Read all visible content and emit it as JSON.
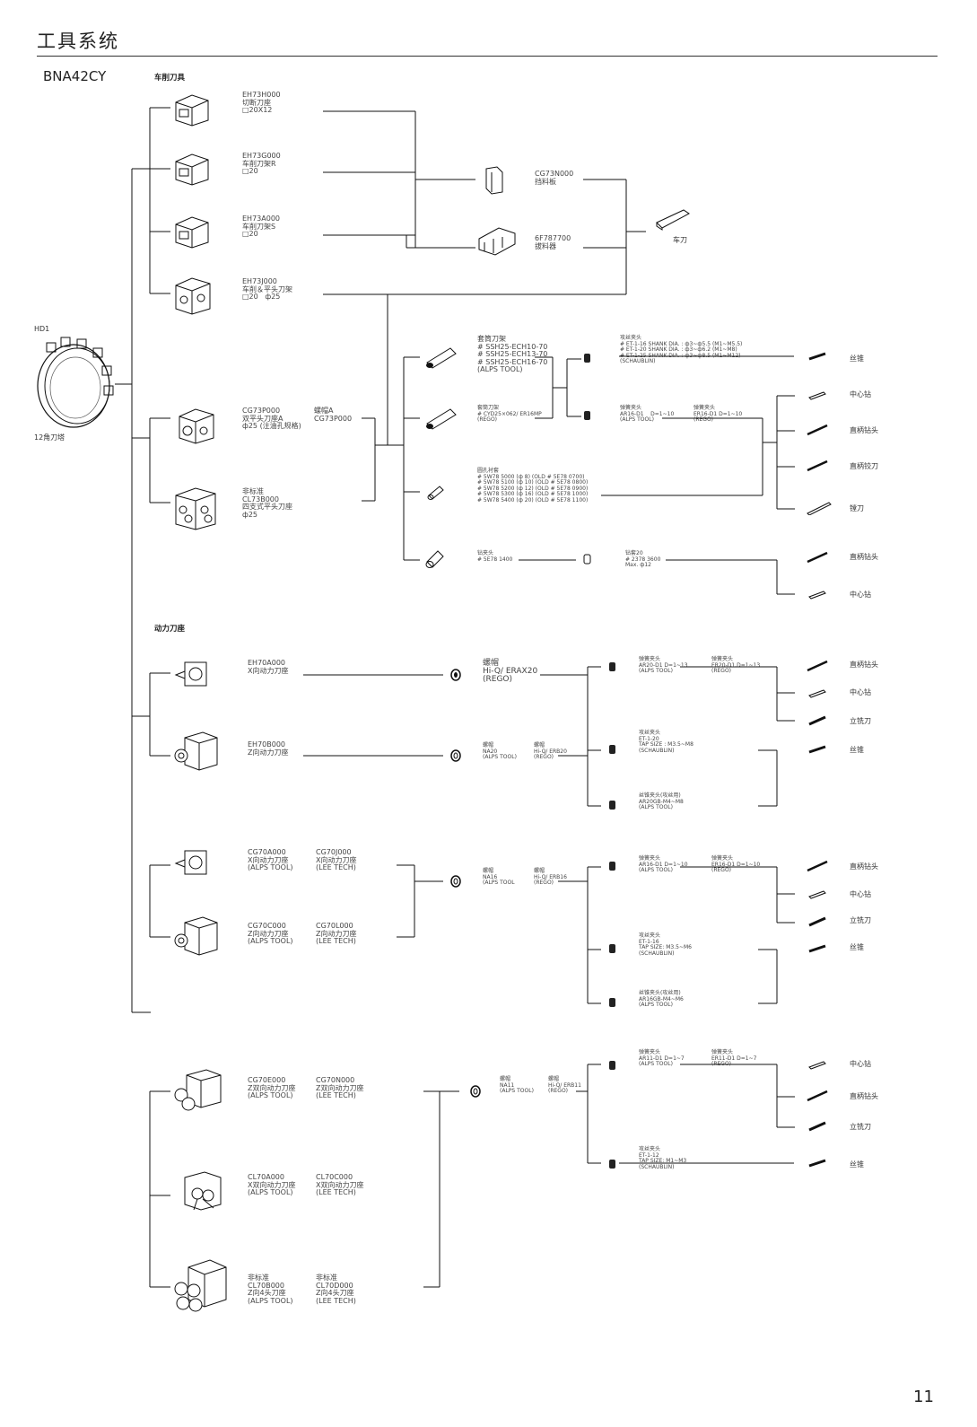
{
  "page": {
    "title": "工具系统",
    "model": "BNA42CY",
    "page_number": "11"
  },
  "sections": {
    "turning": "车削刀具",
    "live": "动力刀座"
  },
  "turret": {
    "code": "HD1",
    "name": "12角刀塔"
  },
  "holders": {
    "eh73h": "EH73H000\n切断刀座\n□20X12",
    "eh73g": "EH73G000\n车削刀架R\n□20",
    "eh73a": "EH73A000\n车削刀架S\n□20",
    "eh73j": "EH73J000\n车削＆平头刀架\n□20   ф25",
    "cg73p": "CG73P000\n双平头刀座A\nф25 (注油孔规格)",
    "capA": "螺帽A\nCG73P000",
    "cl73b": "非标准\nCL73B000\n四支式平头刀座\nф25",
    "cg73n": "CG73N000\n挡料板",
    "puller": "6F787700\n拔料器",
    "turning_tool": "车刀"
  },
  "turning_sleeves": {
    "sleeve1": "套筒刀架\n# SSH25-ECH10-70\n# SSH25-ECH13-70\n# SSH25-ECH16-70\n(ALPS TOOL)",
    "sleeve2": "套筒刀架\n# CYD25×062/ ER16MP\n(REGO)",
    "bushing": "圆孔衬套\n# 5W78 5000 (ф 8) (OLD # 5E78 0700)\n# 5W78 5100 (ф 10) (OLD # 5E78 0800)\n# 5W78 5200 (ф 12) (OLD # 5E78 0900)\n# 5W78 5300 (ф 16) (OLD # 5E78 1000)\n# 5W78 5400 (ф 20) (OLD # 5E78 1100)",
    "drill_chuck": "钻夹头\n# 5E78 1400",
    "tap_chuck": "攻丝夹头\n# ET-1-16 SHANK DIA. : ф3~ф5.5 (M1~M5.5)\n# ET-1-20 SHANK DIA. : ф3~ф6.2 (M1~M8)\n# ET-1-25 SHANK DIA. : ф3~ф8.5 (M1~M12)\n(SCHAUBLIN)",
    "collet_alps": "弹簧夹头\nAR16-D1    D=1~10\n(ALPS TOOL)",
    "collet_rego": "弹簧夹头\nER16-D1 D=1~10\n(REGO)",
    "drill_sleeve": "钻套20\n# 2378 3600\nMax. ф12"
  },
  "live_holders": {
    "eh70a": "EH70A000\nX向动力刀座",
    "eh70b": "EH70B000\nZ向动力刀座",
    "cg70a": "CG70A000\nX向动力刀座\n(ALPS TOOL)",
    "cg70j": "CG70J000\nX向动力刀座\n(LEE TECH)",
    "cg70c": "CG70C000\nZ向动力刀座\n(ALPS TOOL)",
    "cg70l": "CG70L000\nZ向动力刀座\n(LEE TECH)",
    "cg70e": "CG70E000\nZ双向动力刀座\n(ALPS TOOL)",
    "cg70n": "CG70N000\nZ双向动力刀座\n(LEE TECH)",
    "cl70a": "CL70A000\nX双向动力刀座\n(ALPS TOOL)",
    "cl70c": "CL70C000\nX双向动力刀座\n(LEE TECH)",
    "cl70b": "非标准\nCL70B000\nZ向4头刀座\n(ALPS TOOL)",
    "cl70d": "非标准\nCL70D000\nZ向4头刀座\n(LEE TECH)"
  },
  "nuts": {
    "erax20": "螺帽\nHi-Q/ ERAX20\n(REGO)",
    "na20": "螺帽\nNA20\n(ALPS TOOL)",
    "erb20": "螺帽\nHi-Q/ ERB20\n(REGO)",
    "na16": "螺帽\nNA16\n(ALPS TOOL",
    "erb16": "螺帽\nHi-Q/ ERB16\n(REGO)",
    "na11": "螺帽\nNA11\n(ALPS TOOL)",
    "erb11": "螺帽\nHi-Q/ ERB11\n(REGO)"
  },
  "collets": {
    "ar20": "弹簧夹头\nAR20-D1 D=1~13\n(ALPS TOOL)",
    "er20": "弹簧夹头\nER20-D1 D=1~13\n(REGO)",
    "et120": "攻丝夹头\nET-1-20\nTAP SIZE : M3.5~M8\n(SCHAUBLIN)",
    "ar20gb": "丝锥夹头(攻丝用)\nAR20GB-M4~M8\n(ALPS TOOL)",
    "ar16": "弹簧夹头\nAR16-D1 D=1~10\n(ALPS TOOL)",
    "er16": "弹簧夹头\nER16-D1 D=1~10\n(REGO)",
    "et116": "攻丝夹头\nET-1-16\nTAP SIZE: M3.5~M6\n(SCHAUBLIN)",
    "ar16gb": "丝锥夹头(攻丝用)\nAR16GB-M4~M6\n(ALPS TOOL)",
    "ar11": "弹簧夹头\nAR11-D1 D=1~7\n(ALPS TOOL)",
    "er11": "弹簧夹头\nER11-D1 D=1~7\n(REGO)",
    "et112": "攻丝夹头\nET-1-12\nTAP SIZE: M1~M3\n(SCHAUBLIN)"
  },
  "tools": {
    "tap": "丝锥",
    "center_drill": "中心钻",
    "straight_drill": "直柄钻头",
    "straight_reamer": "直柄铰刀",
    "boring": "镗刀",
    "end_mill": "立铣刀"
  }
}
